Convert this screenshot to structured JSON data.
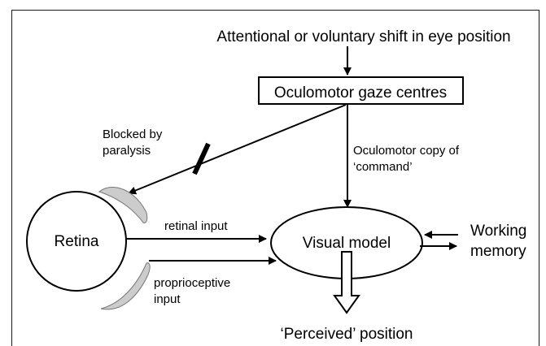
{
  "diagram": {
    "top_label": "Attentional or voluntary shift in eye position",
    "gaze_centres": "Oculomotor gaze centres",
    "blocked_line1": "Blocked by",
    "blocked_line2": "paralysis",
    "copy_line1": "Oculomotor copy of",
    "copy_line2": "‘command’",
    "retina": "Retina",
    "retinal_input": "retinal input",
    "proprio_line1": "proprioceptive",
    "proprio_line2": "input",
    "visual_model": "Visual model",
    "working_line1": "Working",
    "working_line2": "memory",
    "perceived": "‘Perceived’ position"
  }
}
